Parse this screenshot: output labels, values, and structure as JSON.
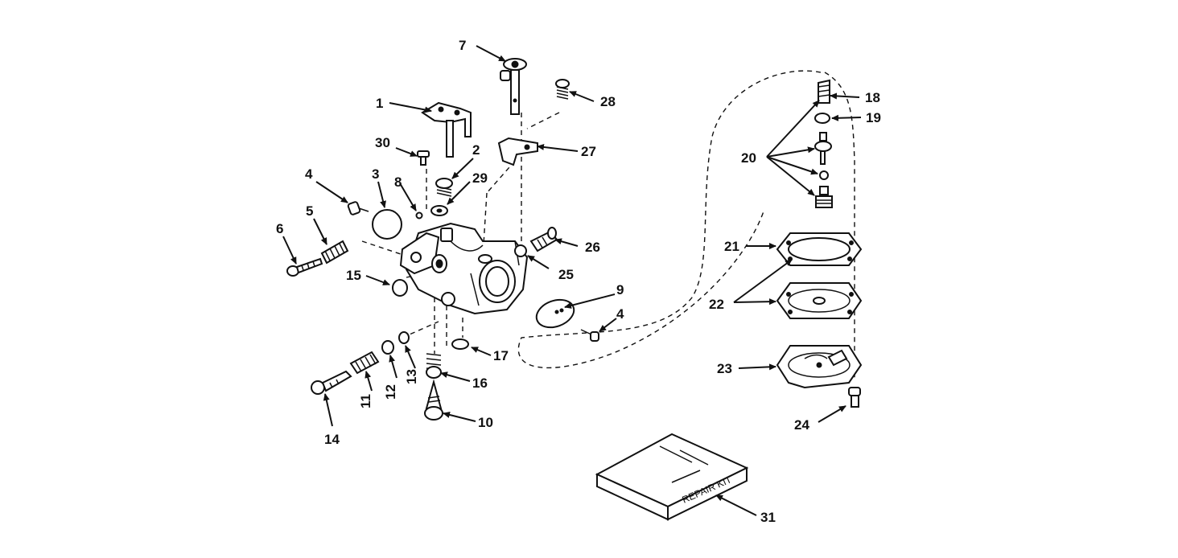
{
  "diagram": {
    "callouts": {
      "c1": "1",
      "c2": "2",
      "c3": "3",
      "c4a": "4",
      "c4b": "4",
      "c5": "5",
      "c6": "6",
      "c7": "7",
      "c8": "8",
      "c9": "9",
      "c10": "10",
      "c11": "11",
      "c12": "12",
      "c13": "13",
      "c14": "14",
      "c15": "15",
      "c16": "16",
      "c17": "17",
      "c18": "18",
      "c19": "19",
      "c20": "20",
      "c21": "21",
      "c22": "22",
      "c23": "23",
      "c24": "24",
      "c25": "25",
      "c26": "26",
      "c27": "27",
      "c28": "28",
      "c29": "29",
      "c30": "30",
      "c31": "31"
    },
    "kit_label": "REPAIR KIT"
  }
}
